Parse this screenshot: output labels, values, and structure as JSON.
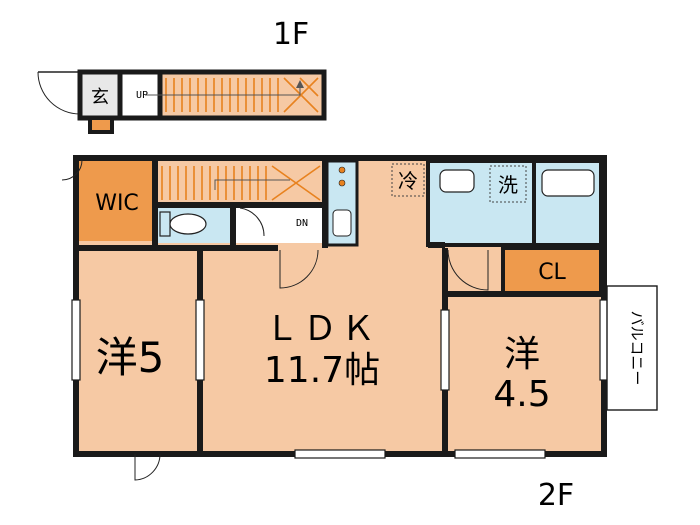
{
  "floors": {
    "first": {
      "label": "1F",
      "entrance": "玄",
      "stair_up": "UP"
    },
    "second": {
      "label": "2F",
      "stair_down": "DN"
    }
  },
  "rooms": {
    "wic": "WIC",
    "west_room": {
      "kanji": "洋",
      "size": "5"
    },
    "ldk": {
      "name": "ＬＤＫ",
      "size": "11.7帖"
    },
    "east_room": {
      "kanji": "洋",
      "size": "4.5"
    },
    "closet": "CL",
    "balcony": "バルコニー"
  },
  "fixtures": {
    "fridge": "冷",
    "washer": "洗"
  },
  "colors": {
    "room_fill": "#F6C9A4",
    "closet_fill": "#EE9A4C",
    "wet_fill": "#C9E7F2",
    "wall": "#1a1a1a"
  }
}
